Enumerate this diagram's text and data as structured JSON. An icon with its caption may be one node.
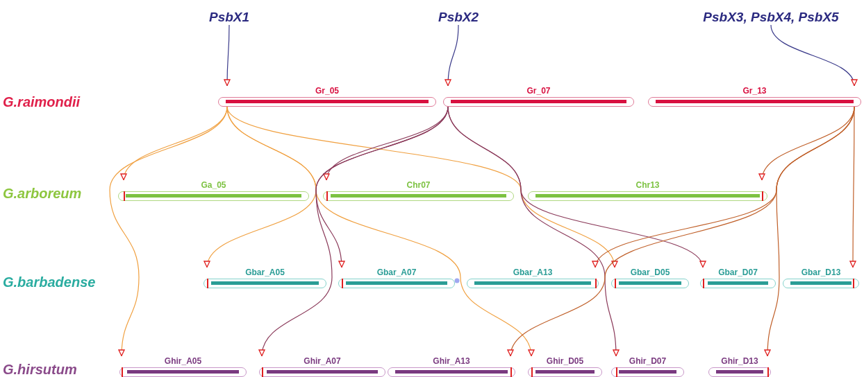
{
  "diagram": {
    "nodes": [
      {
        "text": [
          "PsbX1"
        ]
      },
      {
        "text": [
          "PsbX2"
        ]
      },
      {
        "text": [
          "PsbX3, PsbX4, PsbX5"
        ]
      },
      {
        "text": [
          "Gr_05"
        ]
      },
      {
        "text": [
          "Gr_07"
        ]
      },
      {
        "text": [
          "Gr_13"
        ]
      },
      {
        "text": [
          "Ga_05"
        ]
      },
      {
        "text": [
          "Chr07"
        ]
      },
      {
        "text": [
          "Chr13"
        ]
      },
      {
        "text": [
          "Gbar_A05"
        ]
      },
      {
        "text": [
          "Gbar_A07"
        ]
      },
      {
        "text": [
          "Gbar_A13"
        ]
      },
      {
        "text": [
          "Gbar_D05"
        ]
      },
      {
        "text": [
          "Gbar_D07"
        ]
      },
      {
        "text": [
          "Gbar_D13"
        ]
      },
      {
        "text": [
          "Ghir_A05"
        ]
      },
      {
        "text": [
          "Ghir_A07"
        ]
      },
      {
        "text": [
          "Ghir_A13"
        ]
      },
      {
        "text": [
          "Ghir_D05"
        ]
      },
      {
        "text": [
          "Ghir_D07"
        ]
      },
      {
        "text": [
          "Ghir_D13"
        ]
      }
    ],
    "edges": [
      {
        "from": 0,
        "to": 3,
        "arrow": "to",
        "color": "#3a3a8a"
      },
      {
        "from": 1,
        "to": 4,
        "arrow": "to",
        "color": "#3a3a8a"
      },
      {
        "from": 2,
        "to": 5,
        "arrow": "to",
        "color": "#3a3a8a"
      },
      {
        "from": 3,
        "to": 6,
        "arrow": "to",
        "color": "#f0a040"
      },
      {
        "from": 3,
        "to": 9,
        "arrow": "to",
        "color": "#f0a040"
      },
      {
        "from": 3,
        "to": 15,
        "arrow": "to",
        "color": "#f0a040"
      },
      {
        "from": 3,
        "to": 18,
        "arrow": "to",
        "color": "#f0a040"
      },
      {
        "from": 3,
        "to": 12,
        "arrow": "to",
        "color": "#f0a040"
      },
      {
        "from": 4,
        "to": 7,
        "arrow": "to",
        "color": "#8b3a5a"
      },
      {
        "from": 4,
        "to": 10,
        "arrow": "to",
        "color": "#8b3a5a"
      },
      {
        "from": 4,
        "to": 16,
        "arrow": "to",
        "color": "#8b3a5a"
      },
      {
        "from": 4,
        "to": 19,
        "arrow": "to",
        "color": "#8b3a5a"
      },
      {
        "from": 4,
        "to": 13,
        "arrow": "to",
        "color": "#8b3a5a"
      },
      {
        "from": 5,
        "to": 8,
        "arrow": "to",
        "color": "#c0602a"
      },
      {
        "from": 5,
        "to": 11,
        "arrow": "to",
        "color": "#c0602a"
      },
      {
        "from": 5,
        "to": 17,
        "arrow": "to",
        "color": "#c0602a"
      },
      {
        "from": 5,
        "to": 14,
        "arrow": "to",
        "color": "#c0602a"
      },
      {
        "from": 5,
        "to": 20,
        "arrow": "to",
        "color": "#c0602a"
      }
    ],
    "labels": [
      "G.raimondii",
      "G.arboreum",
      "G.barbadense",
      "G.hirsutum"
    ]
  }
}
